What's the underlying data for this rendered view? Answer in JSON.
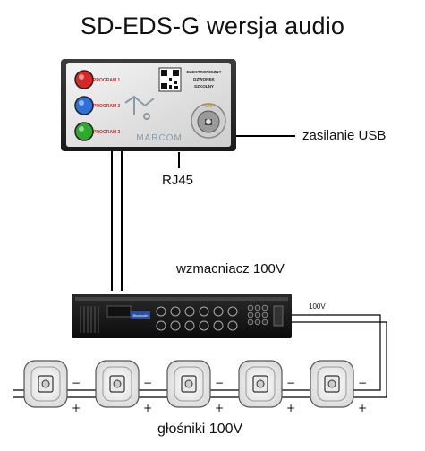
{
  "title": "SD-EDS-G wersja audio",
  "device": {
    "buttons": [
      "PROGRAM 1",
      "PROGRAM 2",
      "PROGRAM 3"
    ],
    "button_colors": [
      "#d62828",
      "#2e6fd8",
      "#2fa830"
    ],
    "panel_text": [
      "ELEKTRONICZNY",
      "DZWONEK",
      "SZKOLNY"
    ],
    "brand": "MARCOM",
    "switch_label": "ON"
  },
  "labels": {
    "usb": "zasilanie USB",
    "rj45": "RJ45",
    "amplifier": "wzmacniacz 100V",
    "speakers": "głośniki 100V",
    "line_voltage": "100V"
  },
  "amplifier_panel": {
    "bluetooth": "Bluetooth"
  },
  "speaker_marks": {
    "minus": "−",
    "plus": "+"
  },
  "speaker_count": 5
}
